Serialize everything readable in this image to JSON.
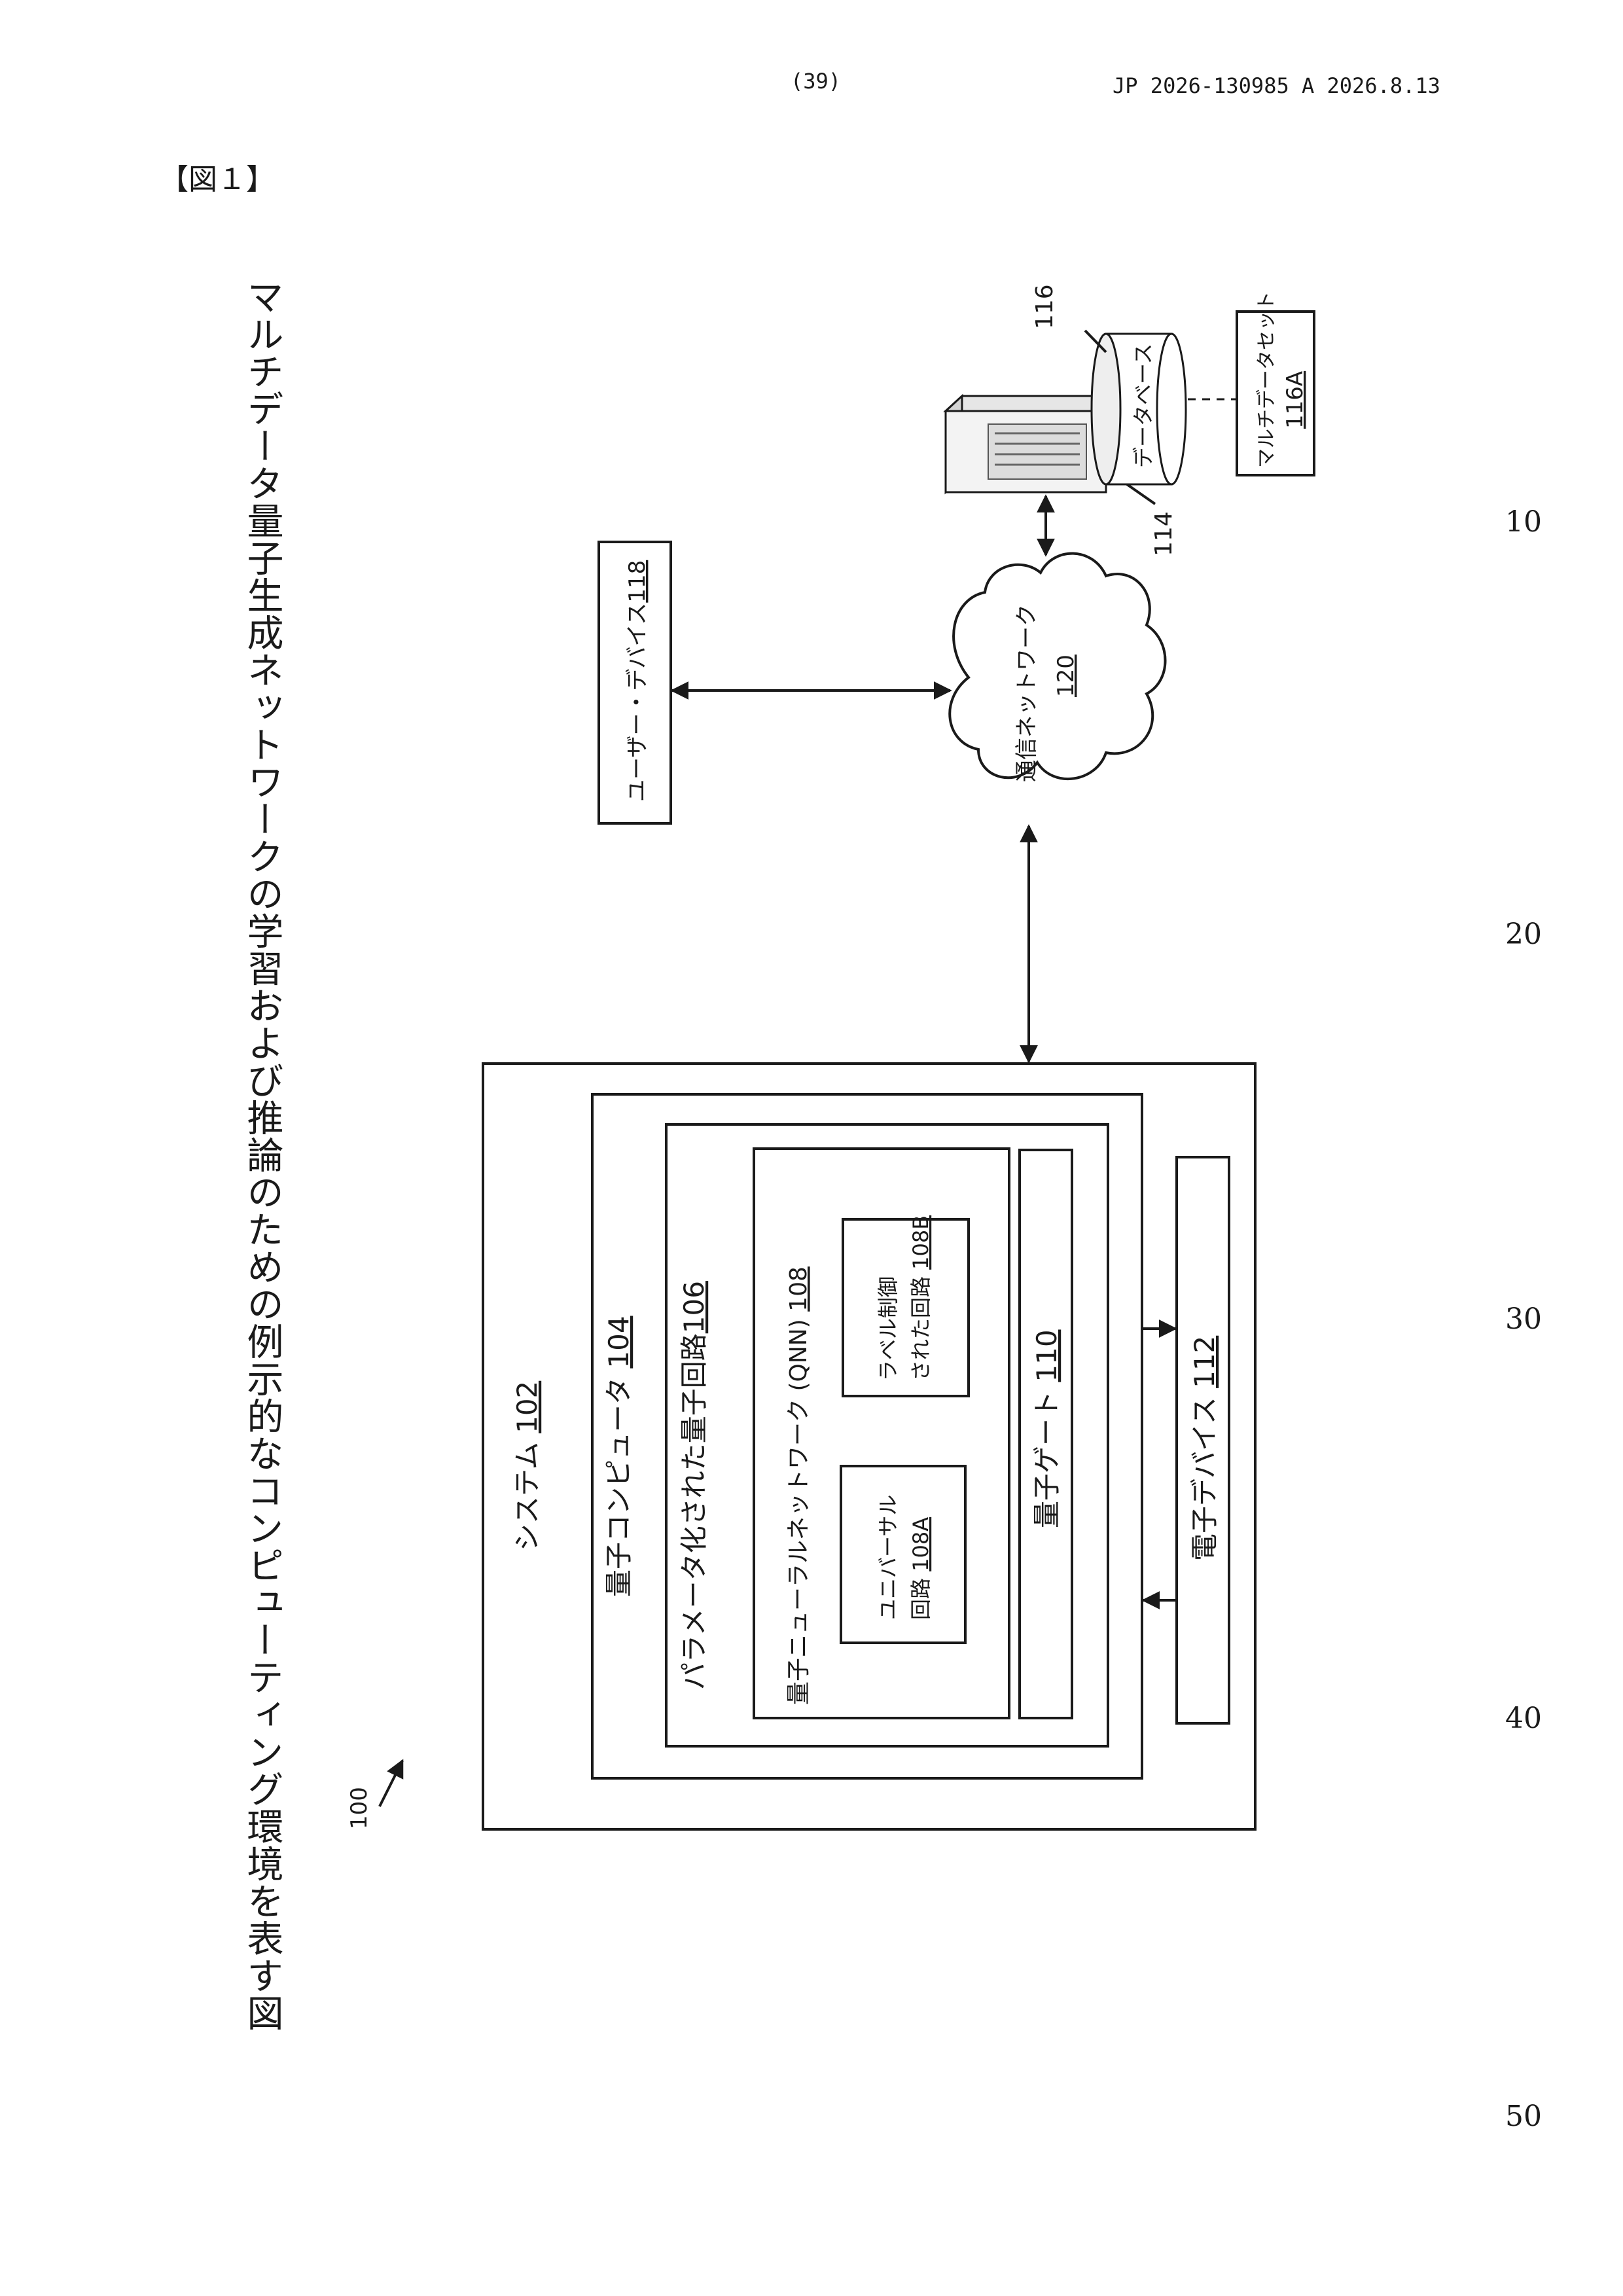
{
  "header": {
    "page_number": "(39)",
    "publication": "JP  2026-130985  A  2026.8.13"
  },
  "figure_label": "【図１】",
  "figure_title": "マルチデータ量子生成ネットワークの学習および推論のための例示的なコンピューティング環境を表す図",
  "line_numbers": [
    "10",
    "20",
    "30",
    "40",
    "50"
  ],
  "diagram": {
    "ref_100": "100",
    "system": {
      "label": "システム",
      "ref": "102"
    },
    "quantum_computer": {
      "label": "量子コンピュータ",
      "ref": "104"
    },
    "param_circuit": {
      "label": "パラメータ化された量子回路",
      "ref": "106"
    },
    "qnn": {
      "label": "量子ニューラルネットワーク (QNN)",
      "ref": "108"
    },
    "universal_circuit": {
      "line1": "ユニバーサル",
      "line2": "回路",
      "ref": "108A"
    },
    "label_controlled_circuit": {
      "line1": "ラベル制御",
      "line2": "された回路",
      "ref": "108B"
    },
    "quantum_gate": {
      "label": "量子ゲート",
      "ref": "110"
    },
    "electronic_device": {
      "label": "電子デバイス",
      "ref": "112"
    },
    "user_device": {
      "label": "ユーザー・デバイス",
      "ref": "118"
    },
    "network": {
      "label": "通信ネットワーク",
      "ref": "120"
    },
    "server_ref": "114",
    "database": {
      "label": "データベース",
      "ref": "116"
    },
    "dataset": {
      "label": "マルチデータセット",
      "ref": "116A"
    }
  }
}
